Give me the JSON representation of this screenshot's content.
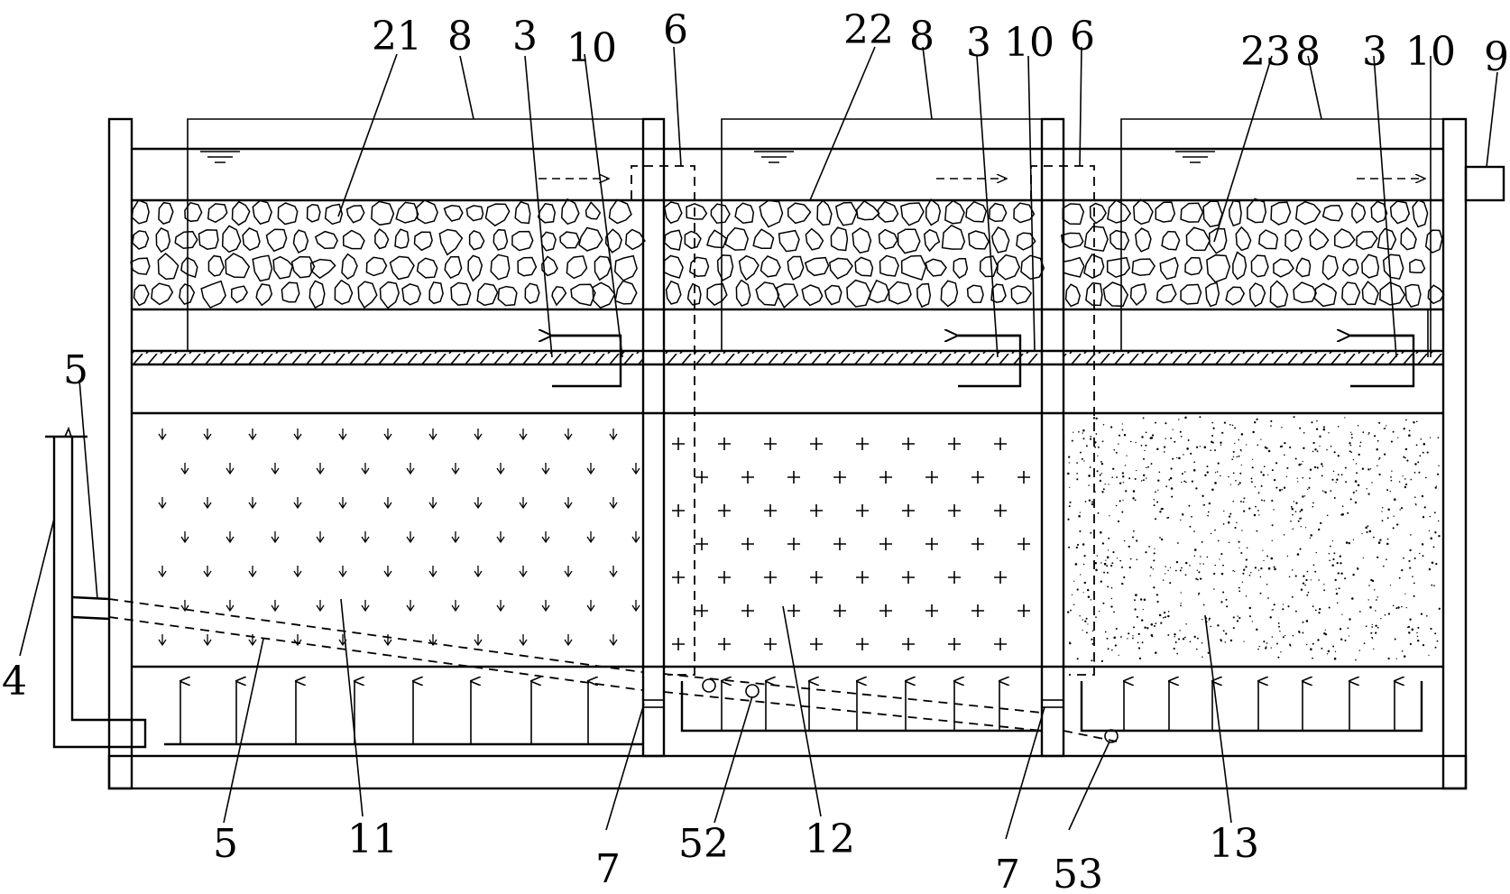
{
  "labels": {
    "n21": "21",
    "n22": "22",
    "n23": "23",
    "n8a": "8",
    "n8b": "8",
    "n8c": "8",
    "n3a": "3",
    "n3b": "3",
    "n3c": "3",
    "n10a": "10",
    "n10b": "10",
    "n10c": "10",
    "n6a": "6",
    "n6b": "6",
    "n9": "9",
    "n5top": "5",
    "n4": "4",
    "n5bot": "5",
    "n11": "11",
    "n7a": "7",
    "n52": "52",
    "n12": "12",
    "n7b": "7",
    "n53": "53",
    "n13": "13"
  },
  "colors": {
    "line": "#000000",
    "background": "#ffffff"
  }
}
